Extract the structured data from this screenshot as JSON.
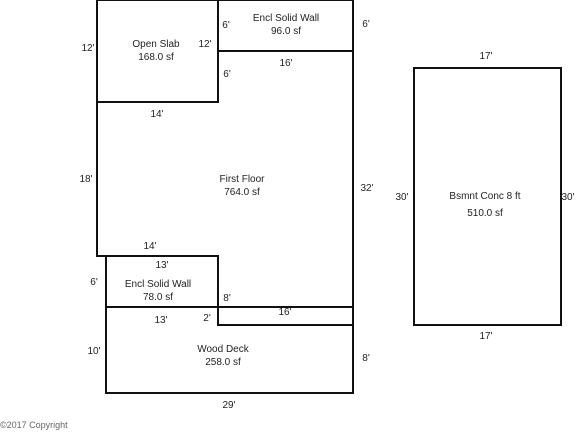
{
  "rooms": {
    "open_slab": {
      "name": "Open Slab",
      "area": "168.0 sf"
    },
    "encl_top": {
      "name": "Encl Solid Wall",
      "area": "96.0 sf"
    },
    "first_floor": {
      "name": "First Floor",
      "area": "764.0 sf"
    },
    "encl_bottom": {
      "name": "Encl Solid Wall",
      "area": "78.0 sf"
    },
    "wood_deck": {
      "name": "Wood Deck",
      "area": "258.0 sf"
    },
    "basement": {
      "name": "Bsmnt Conc 8 ft",
      "area": "510.0 sf"
    }
  },
  "dimensions": {
    "open_slab_left": "12'",
    "open_slab_right": "12'",
    "open_slab_bottom": "14'",
    "encl_top_left_upper": "6'",
    "encl_top_left_lower": "6'",
    "encl_top_right": "6'",
    "encl_top_bottom": "16'",
    "first_floor_left": "18'",
    "first_floor_right": "32'",
    "first_floor_bottom": "14'",
    "encl_bottom_top": "13'",
    "encl_bottom_left": "6'",
    "encl_bottom_right": "8'",
    "encl_bottom_bottom": "13'",
    "step": "2'",
    "first_floor_bottom_right": "16'",
    "deck_left": "10'",
    "deck_right": "8'",
    "deck_bottom": "29'",
    "basement_top": "17'",
    "basement_bottom": "17'",
    "basement_left": "30'",
    "basement_right": "30'"
  },
  "copyright": "©2017 Copyright"
}
